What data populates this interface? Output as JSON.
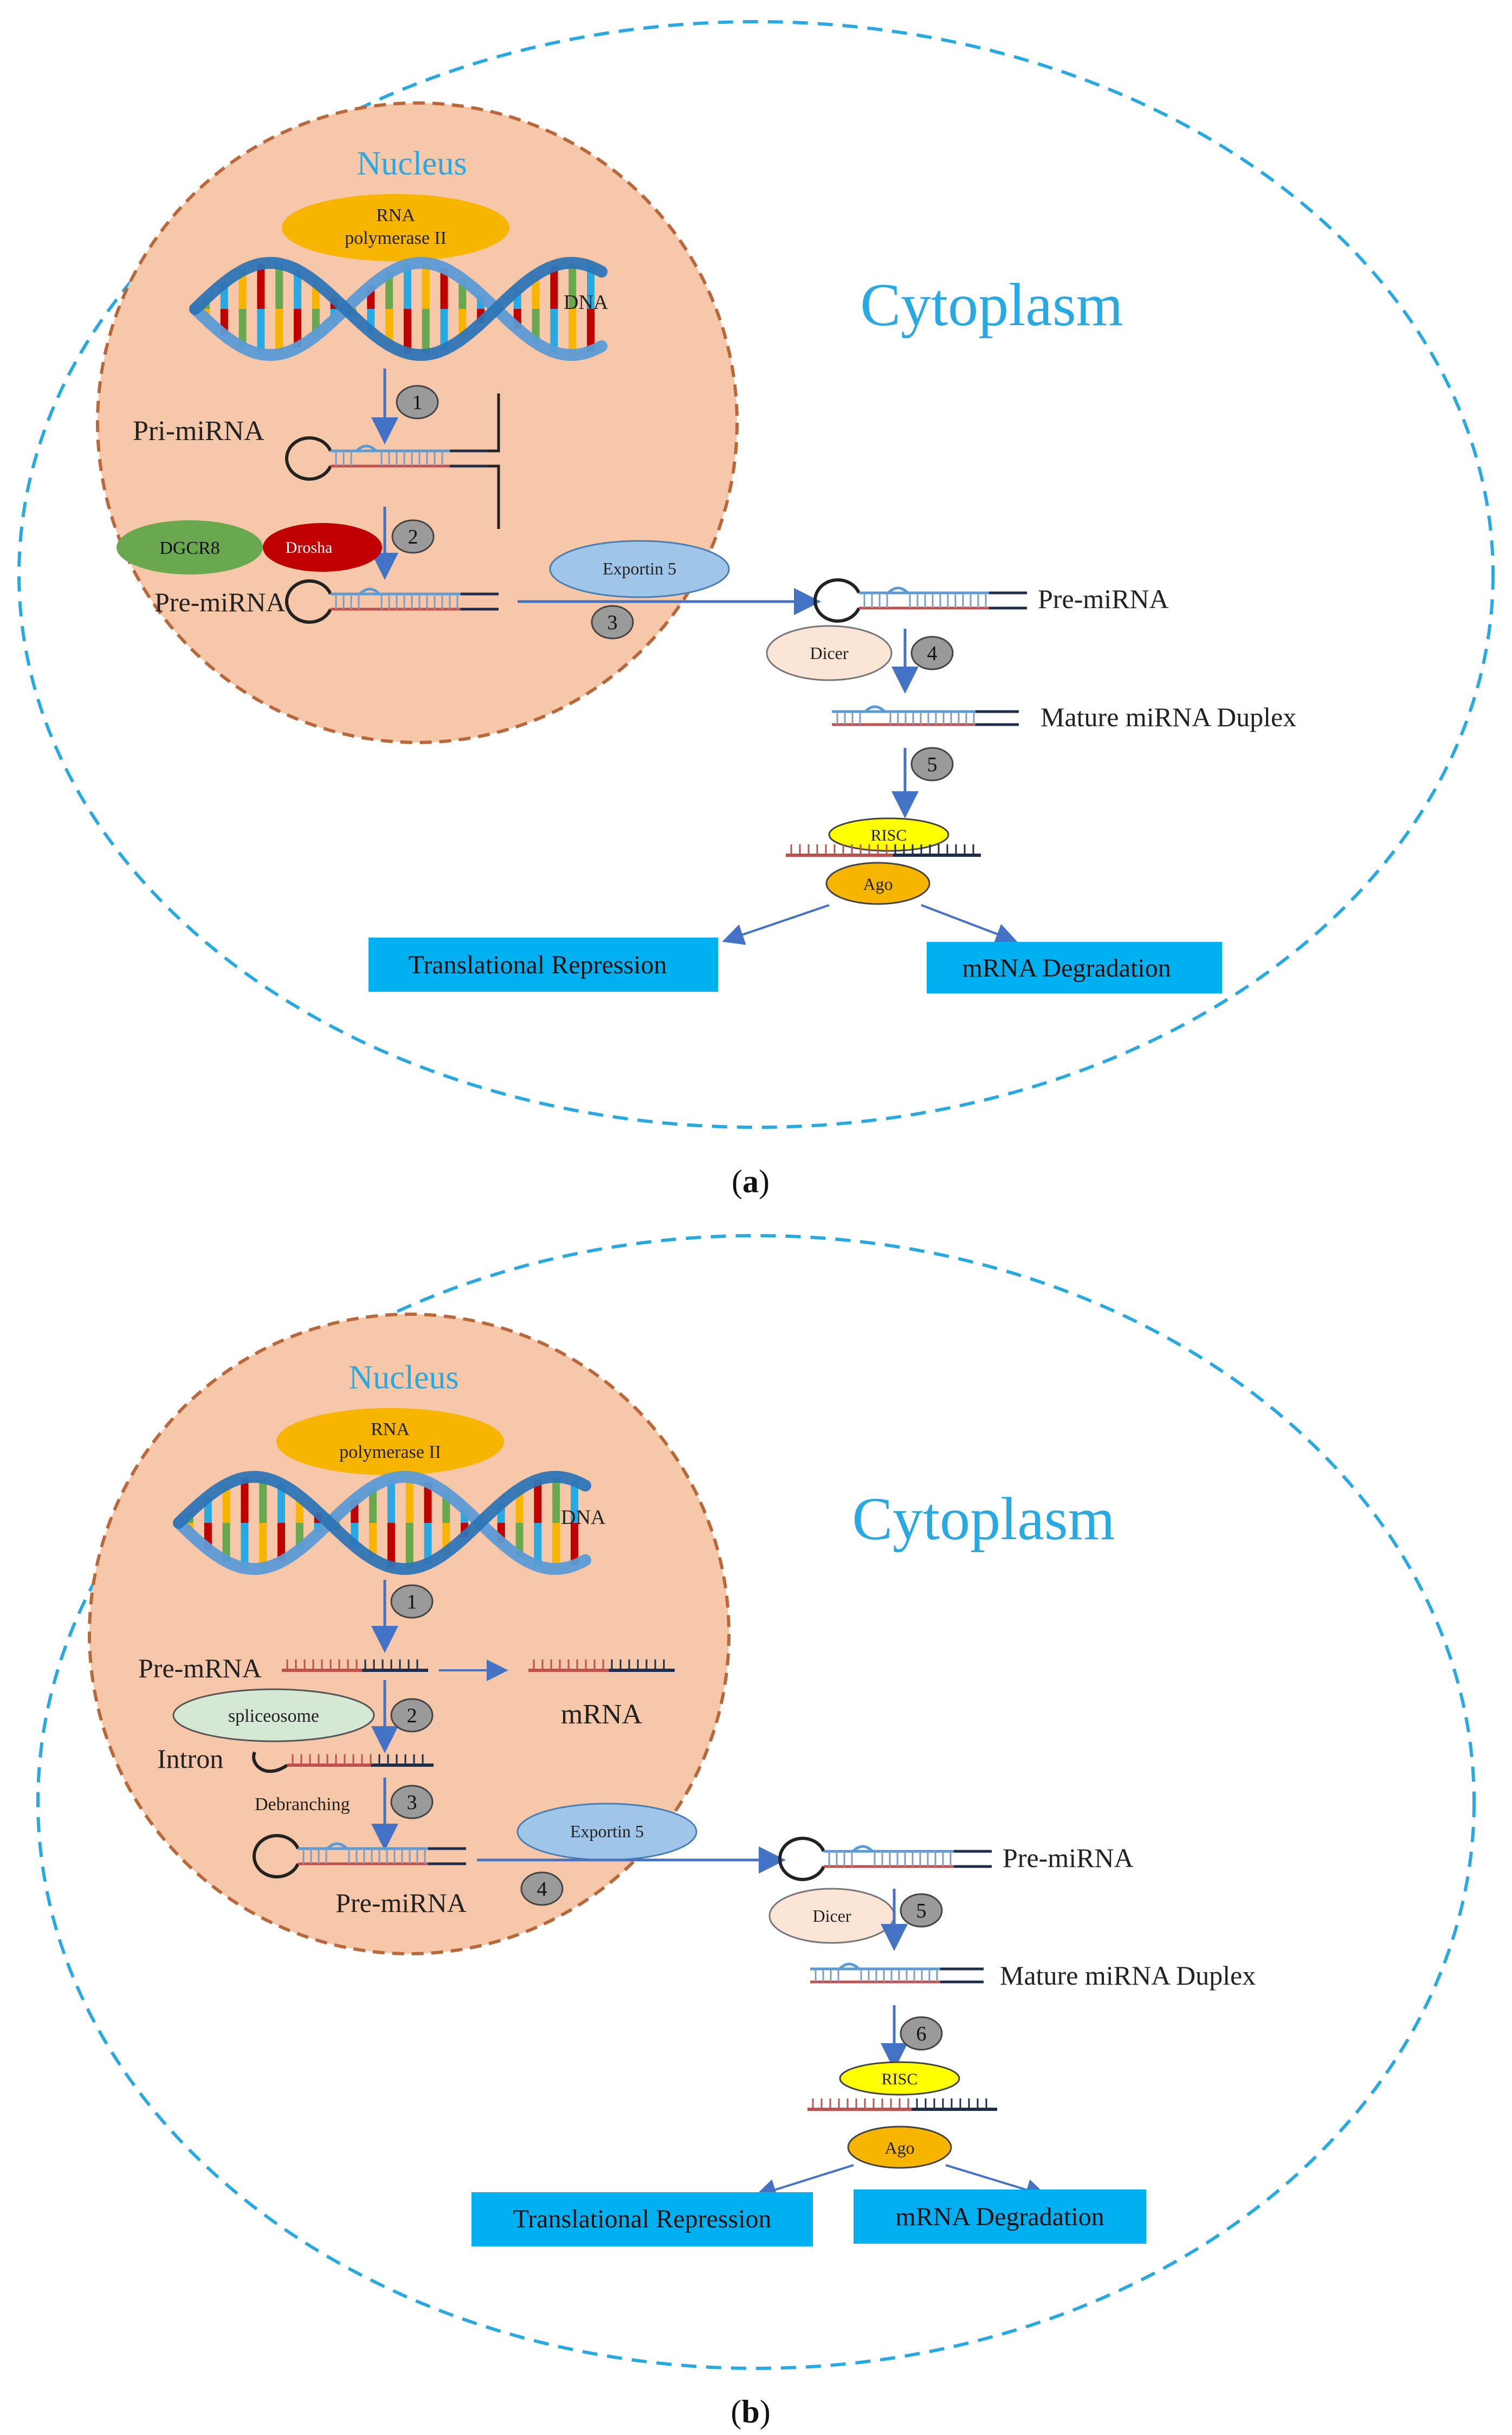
{
  "colors": {
    "cell_border": "#29a9e1",
    "nucleus_fill": "#f6c7a8",
    "nucleus_border": "#b8683a",
    "title_blue": "#29a9e1",
    "arrow": "#4472c4",
    "step_fill": "#9a9a9a",
    "rna_pol": "#f7b500",
    "dgcr8": "#6aa84f",
    "drosha": "#c00000",
    "exportin": "#9fc5e8",
    "dicer": "#fbe5d6",
    "spliceosome": "#d5e8d4",
    "risc": "#ffff00",
    "ago": "#f7b500",
    "outcome_box": "#00b0f0",
    "strand_red": "#c0504d",
    "strand_dark": "#1f2d4d",
    "strand_blue": "#5b9bd5"
  },
  "panel_a": {
    "nucleus_label": "Nucleus",
    "cytoplasm_label": "Cytoplasm",
    "rna_pol_line1": "RNA",
    "rna_pol_line2": "polymerase II",
    "dna_label": "DNA",
    "pri_mirna_label": "Pri-miRNA",
    "dgcr8_label": "DGCR8",
    "drosha_label": "Drosha",
    "pre_mirna_nuclear_label": "Pre-miRNA",
    "exportin_label": "Exportin 5",
    "pre_mirna_cyto_label": "Pre-miRNA",
    "dicer_label": "Dicer",
    "duplex_label": "Mature miRNA Duplex",
    "risc_label": "RISC",
    "ago_label": "Ago",
    "outcome_left": "Translational Repression",
    "outcome_right": "mRNA Degradation",
    "steps": [
      "1",
      "2",
      "3",
      "4",
      "5"
    ],
    "caption_open": "(",
    "caption_letter": "a",
    "caption_close": ")"
  },
  "panel_b": {
    "nucleus_label": "Nucleus",
    "cytoplasm_label": "Cytoplasm",
    "rna_pol_line1": "RNA",
    "rna_pol_line2": "polymerase II",
    "dna_label": "DNA",
    "pre_mrna_label": "Pre-mRNA",
    "mrna_label": "mRNA",
    "spliceosome_label": "spliceosome",
    "intron_label": "Intron",
    "debranching_label": "Debranching",
    "pre_mirna_nuclear_label": "Pre-miRNA",
    "exportin_label": "Exportin 5",
    "pre_mirna_cyto_label": "Pre-miRNA",
    "dicer_label": "Dicer",
    "duplex_label": "Mature miRNA Duplex",
    "risc_label": "RISC",
    "ago_label": "Ago",
    "outcome_left": "Translational Repression",
    "outcome_right": "mRNA Degradation",
    "steps": [
      "1",
      "2",
      "3",
      "4",
      "5",
      "6"
    ],
    "caption_open": "(",
    "caption_letter": "b",
    "caption_close": ")"
  }
}
